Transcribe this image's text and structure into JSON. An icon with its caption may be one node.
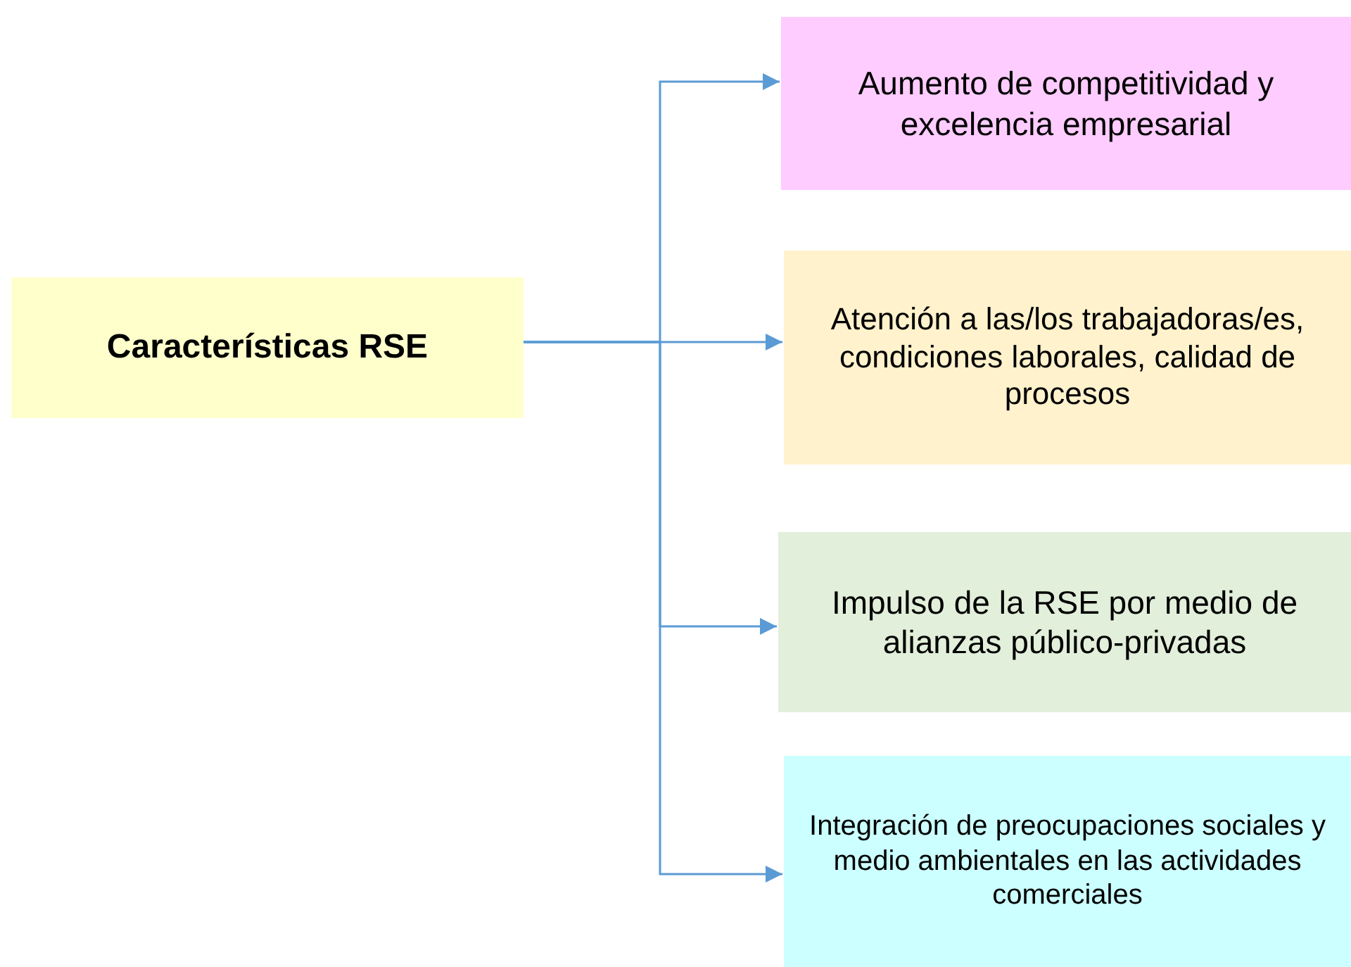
{
  "diagram": {
    "nodes": [
      {
        "text": [
          "Características RSE"
        ]
      },
      {
        "text": [
          "Aumento de competitividad y excelencia empresarial"
        ]
      },
      {
        "text": [
          "Atención a las/los trabajadoras/es, condiciones laborales, calidad de procesos"
        ]
      },
      {
        "text": [
          "Impulso de la RSE por medio de alianzas público-privadas"
        ]
      },
      {
        "text": [
          "Integración de preocupaciones sociales y medio ambientales en las actividades comerciales"
        ]
      }
    ],
    "edges": [
      {
        "from": 0,
        "to": 1,
        "arrow": "to"
      },
      {
        "from": 0,
        "to": 2,
        "arrow": "to"
      },
      {
        "from": 0,
        "to": 3,
        "arrow": "to"
      },
      {
        "from": 0,
        "to": 4,
        "arrow": "to"
      }
    ]
  }
}
